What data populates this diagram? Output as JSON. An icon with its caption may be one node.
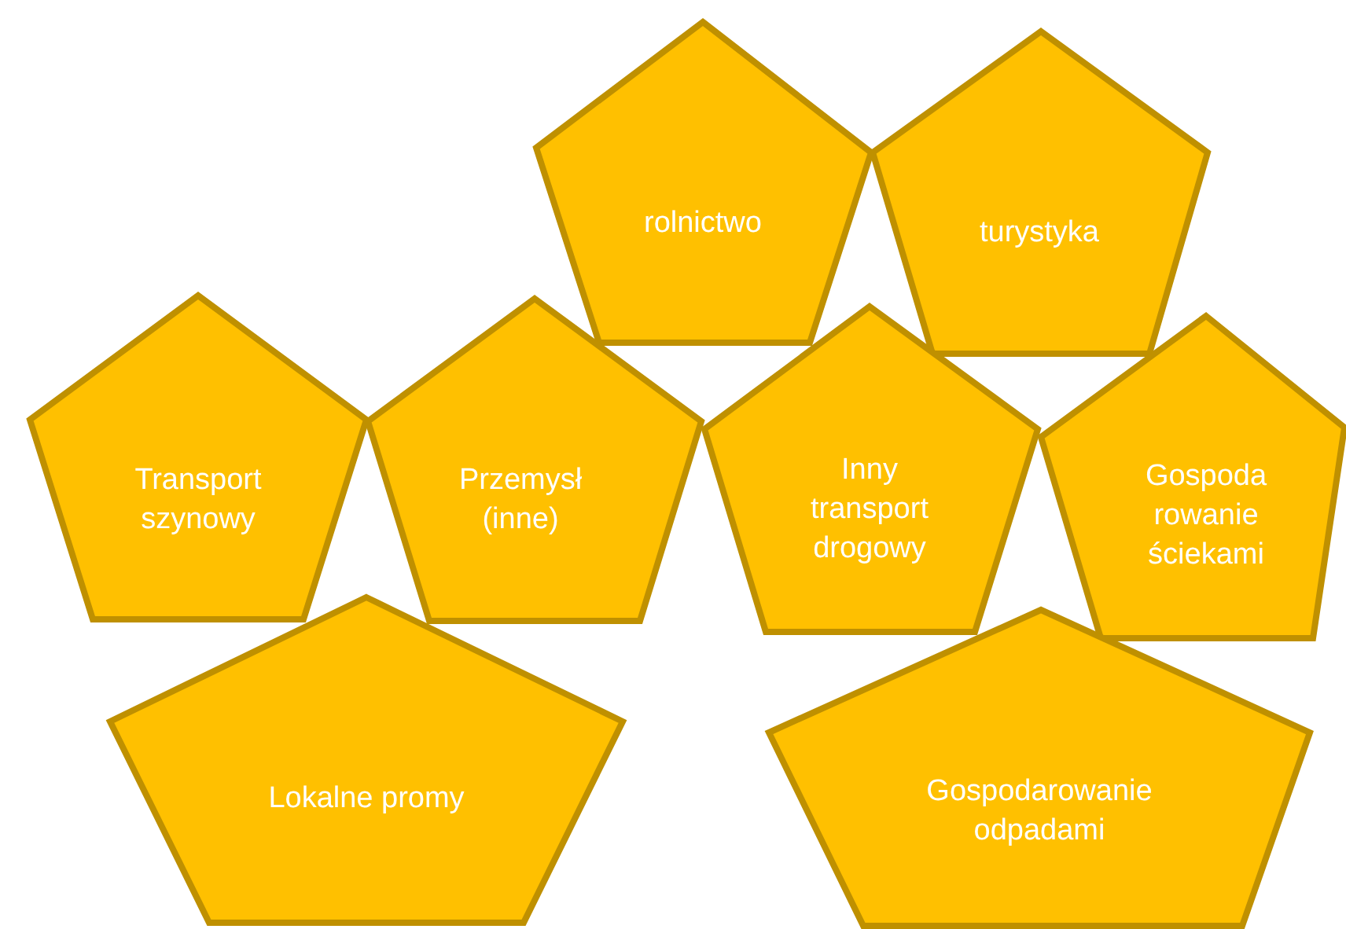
{
  "diagram": {
    "nodes": [
      {
        "text": [
          "rolnictwo"
        ]
      },
      {
        "text": [
          "turystyka"
        ]
      },
      {
        "text": [
          "Transport szynowy"
        ]
      },
      {
        "text": [
          "Przemysł (inne)"
        ]
      },
      {
        "text": [
          "Inny transport drogowy"
        ]
      },
      {
        "text": [
          "Gospoda rowanie ściekami"
        ]
      },
      {
        "text": [
          "Lokalne promy"
        ]
      },
      {
        "text": [
          "Gospodarowanie odpadami"
        ]
      }
    ]
  }
}
